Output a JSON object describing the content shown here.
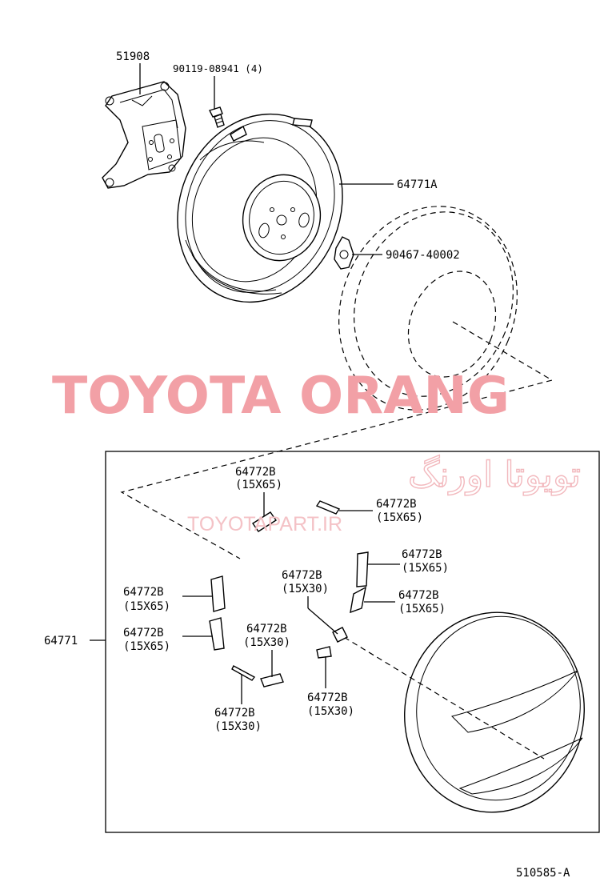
{
  "watermark": {
    "brand": "TOYOTA ORANG",
    "persian": "تویوتا اورنگ",
    "url": "TOYOTAPART.IR"
  },
  "diagram_code": "510585-A",
  "callouts": {
    "bracket": "51908",
    "bolt": "90119-08941 (4)",
    "carrier": "64771A",
    "clip": "90467-40002",
    "cover_assy": "64771"
  },
  "stickers": [
    {
      "part": "64772B",
      "size": "(15X65)"
    },
    {
      "part": "64772B",
      "size": "(15X65)"
    },
    {
      "part": "64772B",
      "size": "(15X65)"
    },
    {
      "part": "64772B",
      "size": "(15X30)"
    },
    {
      "part": "64772B",
      "size": "(15X65)"
    },
    {
      "part": "64772B",
      "size": "(15X65)"
    },
    {
      "part": "64772B",
      "size": "(15X65)"
    },
    {
      "part": "64772B",
      "size": "(15X30)"
    },
    {
      "part": "64772B",
      "size": "(15X30)"
    },
    {
      "part": "64772B",
      "size": "(15X30)"
    }
  ]
}
